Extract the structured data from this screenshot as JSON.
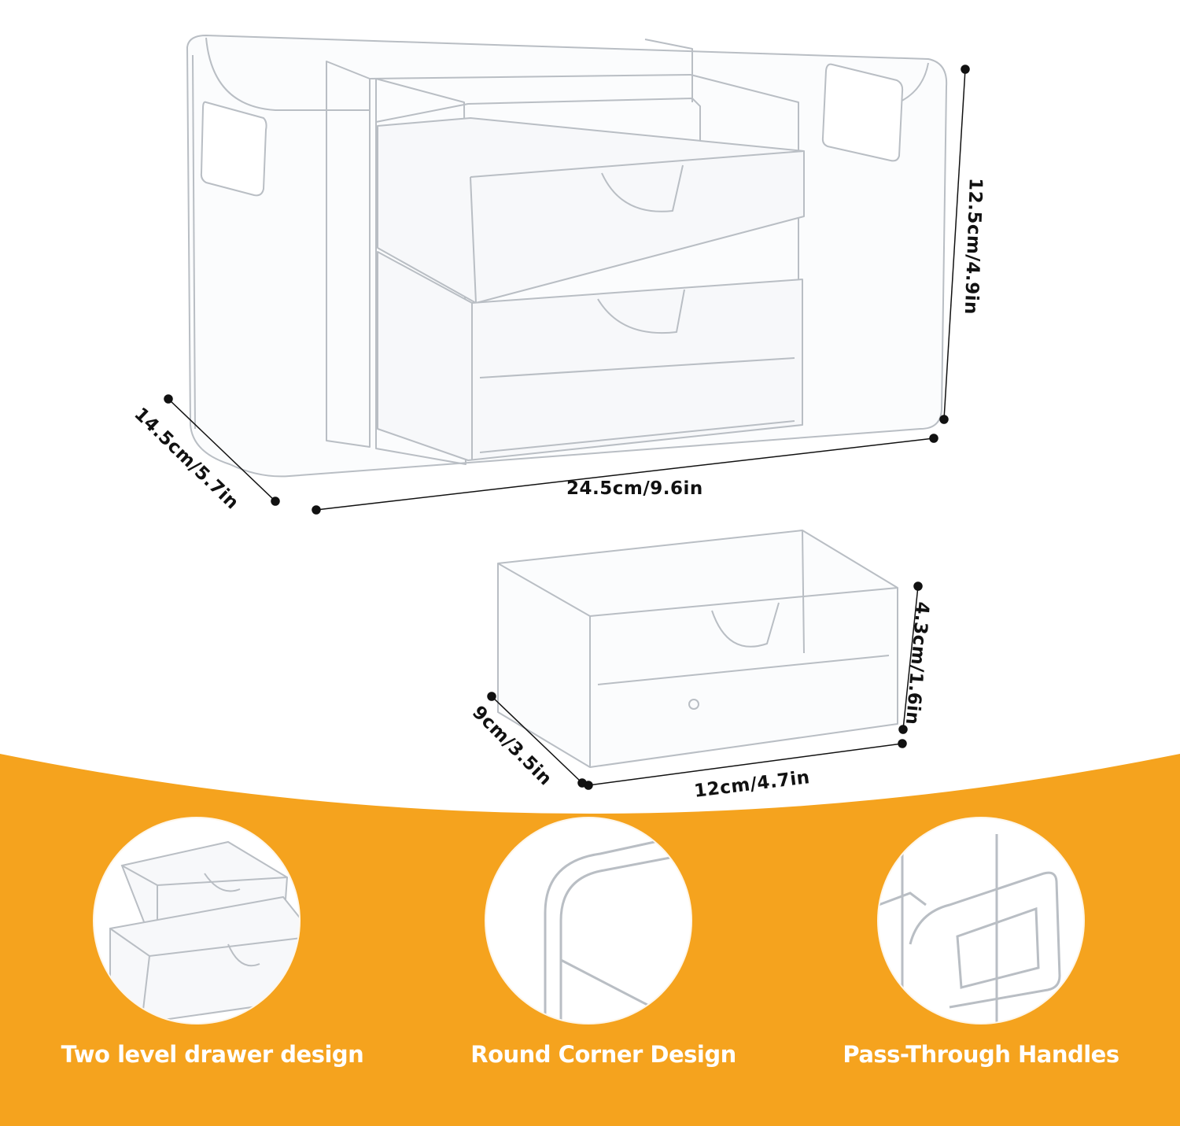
{
  "colors": {
    "accent": "#F5A31E",
    "caption_text": "#FFFFFF",
    "dimension_text": "#111111",
    "plastic_outline": "#B9BEC4"
  },
  "dimensions": {
    "main_length": "24.5cm/9.6in",
    "main_width": "14.5cm/5.7in",
    "main_height": "12.5cm/4.9in",
    "drawer_length": "12cm/4.7in",
    "drawer_width": "9cm/3.5in",
    "drawer_height": "4.3cm/1.6in"
  },
  "features": [
    {
      "label": "Two level drawer design"
    },
    {
      "label": "Round Corner Design"
    },
    {
      "label": "Pass-Through Handles"
    }
  ]
}
